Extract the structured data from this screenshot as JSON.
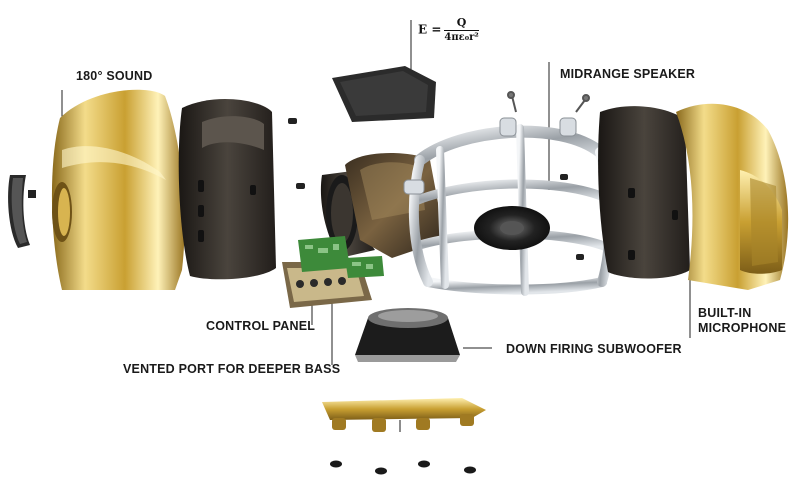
{
  "labels": {
    "sound": "180° SOUND",
    "midrange": "MIDRANGE SPEAKER",
    "control_panel": "CONTROL PANEL",
    "vented_port": "VENTED PORT FOR DEEPER BASS",
    "subwoofer": "DOWN FIRING SUBWOOFER",
    "microphone_line1": "BUILT-IN",
    "microphone_line2": "MICROPHONE"
  },
  "formula": {
    "lhs": "E =",
    "numerator": "Q",
    "denominator": "4πε₀r²"
  },
  "colors": {
    "gold": "#c9a032",
    "gold_light": "#f3dc8a",
    "shell_dark": "#2e2a26",
    "chrome": "#c8ccd0",
    "pcb_green": "#3d8a3a",
    "text": "#1a1a1a"
  }
}
